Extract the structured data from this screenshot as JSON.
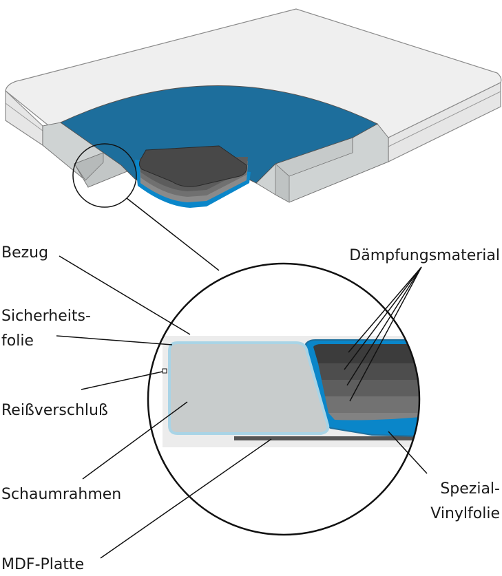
{
  "labels": {
    "bezug": "Bezug",
    "sicherheitsfolie_line1": "Sicherheits-",
    "sicherheitsfolie_line2": "folie",
    "reissverschluss": "Reißverschluß",
    "schaumrahmen": "Schaumrahmen",
    "mdf_platte": "MDF-Platte",
    "daempfungsmaterial": "Dämpfungsmaterial",
    "spezial_line1": "Spezial-",
    "spezial_line2": "Vinylfolie"
  },
  "colors": {
    "cover": "#efefef",
    "cover_edge": "#8a8a8a",
    "foam_frame": "#c8cccc",
    "water_blue": "#1d6e9c",
    "bright_blue": "#0a86c9",
    "safety_foil": "#a9d4e6",
    "mdf": "#555555",
    "damping_layers": [
      "#3c3c3c",
      "#4d4d4d",
      "#5e5e5e",
      "#707070",
      "#828282"
    ]
  }
}
